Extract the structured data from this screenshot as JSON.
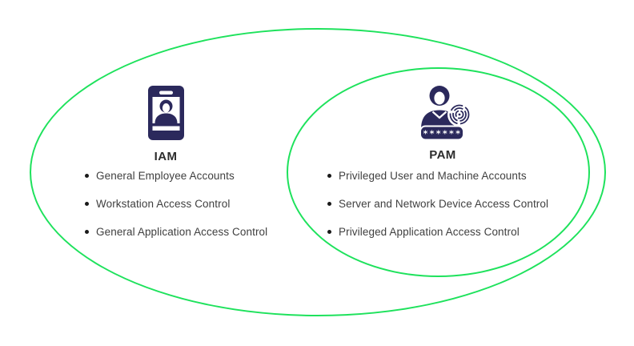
{
  "colors": {
    "ellipse_stroke": "#1ee25c",
    "icon_fill": "#2b295c",
    "heading_text": "#2d2d2d",
    "body_text": "#3f3f3f",
    "background": "#ffffff"
  },
  "iam": {
    "label": "IAM",
    "icon": "id-badge-icon",
    "items": [
      "General Employee Accounts",
      "Workstation Access Control",
      "General Application Access Control"
    ]
  },
  "pam": {
    "label": "PAM",
    "icon": "privileged-user-fingerprint-icon",
    "password_mask": "******",
    "items": [
      "Privileged User and Machine Accounts",
      "Server and Network Device Access Control",
      "Privileged Application Access Control"
    ]
  }
}
